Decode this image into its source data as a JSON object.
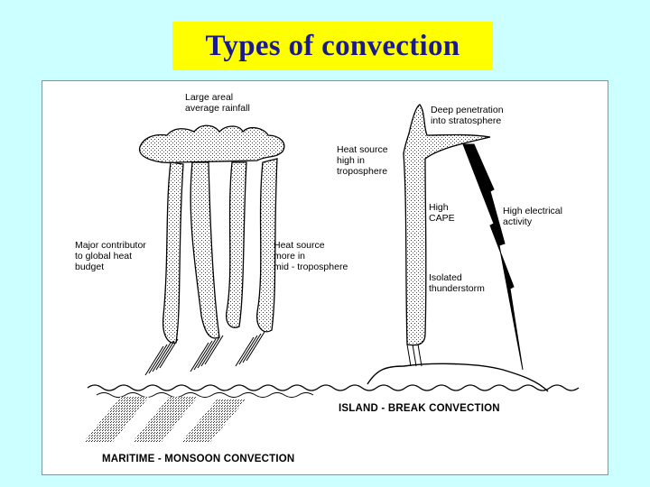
{
  "title": "Types of convection",
  "labels": {
    "large_areal": "Large areal\naverage rainfall",
    "major_contributor": "Major contributor\nto global heat\nbudget",
    "heat_source_mid": "Heat source\nmore in\nmid - troposphere",
    "heat_source_high": "Heat source\nhigh in\ntroposphere",
    "deep_penetration": "Deep penetration\ninto stratosphere",
    "high_cape": "High\nCAPE",
    "high_electrical": "High electrical\nactivity",
    "isolated_thunderstorm": "Isolated\nthunderstorm"
  },
  "captions": {
    "island": "ISLAND - BREAK CONVECTION",
    "maritime": "MARITIME - MONSOON CONVECTION"
  },
  "colors": {
    "background": "#ccffff",
    "title_box": "#ffff00",
    "title_text": "#1a1a8c"
  }
}
